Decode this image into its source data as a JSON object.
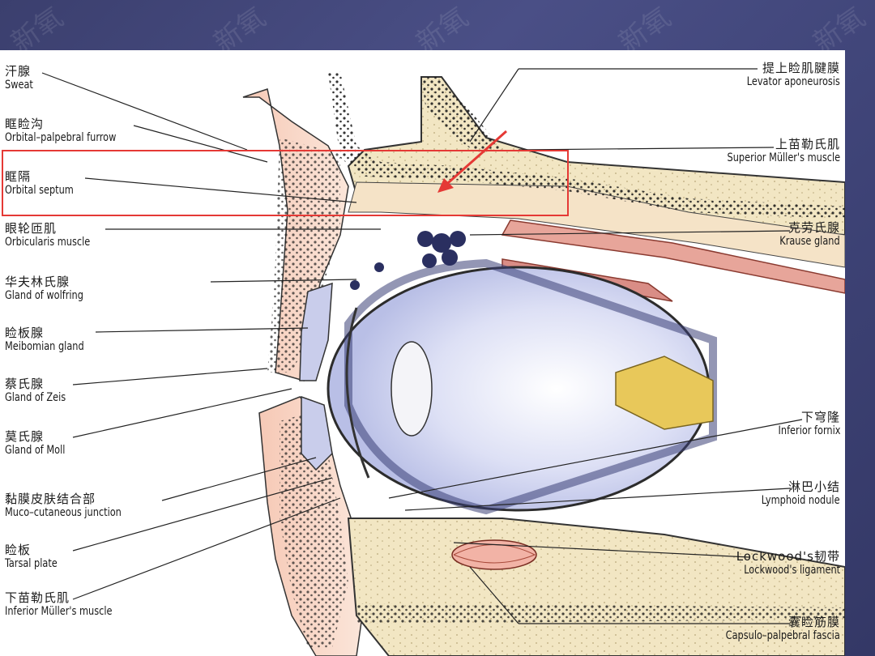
{
  "labels_left": [
    {
      "cn": "汗腺",
      "en": "Sweat"
    },
    {
      "cn": "眶睑沟",
      "en": "Orbital–palpebral furrow"
    },
    {
      "cn": "眶隔",
      "en": "Orbital septum"
    },
    {
      "cn": "眼轮匝肌",
      "en": "Orbicularis muscle"
    },
    {
      "cn": "华夫林氏腺",
      "en": "Gland of wolfring"
    },
    {
      "cn": "睑板腺",
      "en": "Meibomian gland"
    },
    {
      "cn": "蔡氏腺",
      "en": "Gland of Zeis"
    },
    {
      "cn": "莫氏腺",
      "en": "Gland of Moll"
    },
    {
      "cn": "黏膜皮肤结合部",
      "en": "Muco–cutaneous junction"
    },
    {
      "cn": "睑板",
      "en": "Tarsal plate"
    },
    {
      "cn": "下苗勒氏肌",
      "en": "Inferior Müller's muscle"
    }
  ],
  "labels_right": [
    {
      "cn": "提上睑肌腱膜",
      "en": "Levator aponeurosis"
    },
    {
      "cn": "上苗勒氏肌",
      "en": "Superior Müller's muscle"
    },
    {
      "cn": "克劳氏腺",
      "en": "Krause gland"
    },
    {
      "cn": "下穹隆",
      "en": "Inferior fornix"
    },
    {
      "cn": "淋巴小结",
      "en": "Lymphoid nodule"
    },
    {
      "cn": "Lockwood's韧带",
      "en": "Lockwood's ligament"
    },
    {
      "cn": "囊睑筋膜",
      "en": "Capsulo–palpebral fascia"
    }
  ],
  "highlight_color": "#e53935"
}
